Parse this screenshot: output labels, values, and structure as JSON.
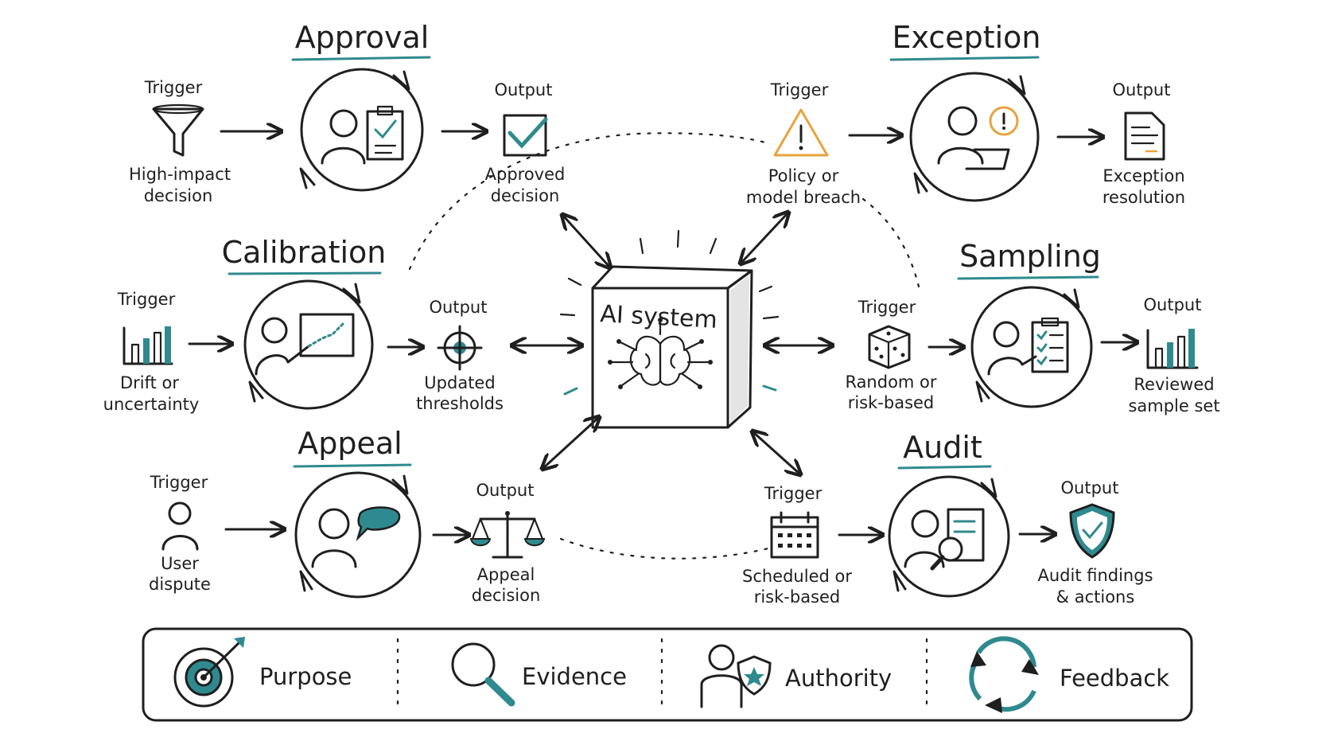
{
  "center": {
    "label": "AI system"
  },
  "modules": {
    "approval": {
      "title": "Approval",
      "trigger_heading": "Trigger",
      "trigger_line1": "High-impact",
      "trigger_line2": "decision",
      "output_heading": "Output",
      "output_line1": "Approved",
      "output_line2": "decision"
    },
    "exception": {
      "title": "Exception",
      "trigger_heading": "Trigger",
      "trigger_line1": "Policy or",
      "trigger_line2": "model breach",
      "output_heading": "Output",
      "output_line1": "Exception",
      "output_line2": "resolution"
    },
    "calibration": {
      "title": "Calibration",
      "trigger_heading": "Trigger",
      "trigger_line1": "Drift or",
      "trigger_line2": "uncertainty",
      "output_heading": "Output",
      "output_line1": "Updated",
      "output_line2": "thresholds"
    },
    "sampling": {
      "title": "Sampling",
      "trigger_heading": "Trigger",
      "trigger_line1": "Random or",
      "trigger_line2": "risk-based",
      "output_heading": "Output",
      "output_line1": "Reviewed",
      "output_line2": "sample set"
    },
    "appeal": {
      "title": "Appeal",
      "trigger_heading": "Trigger",
      "trigger_line1": "User",
      "trigger_line2": "dispute",
      "output_heading": "Output",
      "output_line1": "Appeal",
      "output_line2": "decision"
    },
    "audit": {
      "title": "Audit",
      "trigger_heading": "Trigger",
      "trigger_line1": "Scheduled or",
      "trigger_line2": "risk-based",
      "output_heading": "Output",
      "output_line1": "Audit findings",
      "output_line2": "& actions"
    }
  },
  "legend": {
    "purpose": "Purpose",
    "evidence": "Evidence",
    "authority": "Authority",
    "feedback": "Feedback"
  },
  "colors": {
    "accent": "#2f8a8f",
    "ink": "#1f1f1f",
    "warning": "#e8a33d"
  }
}
